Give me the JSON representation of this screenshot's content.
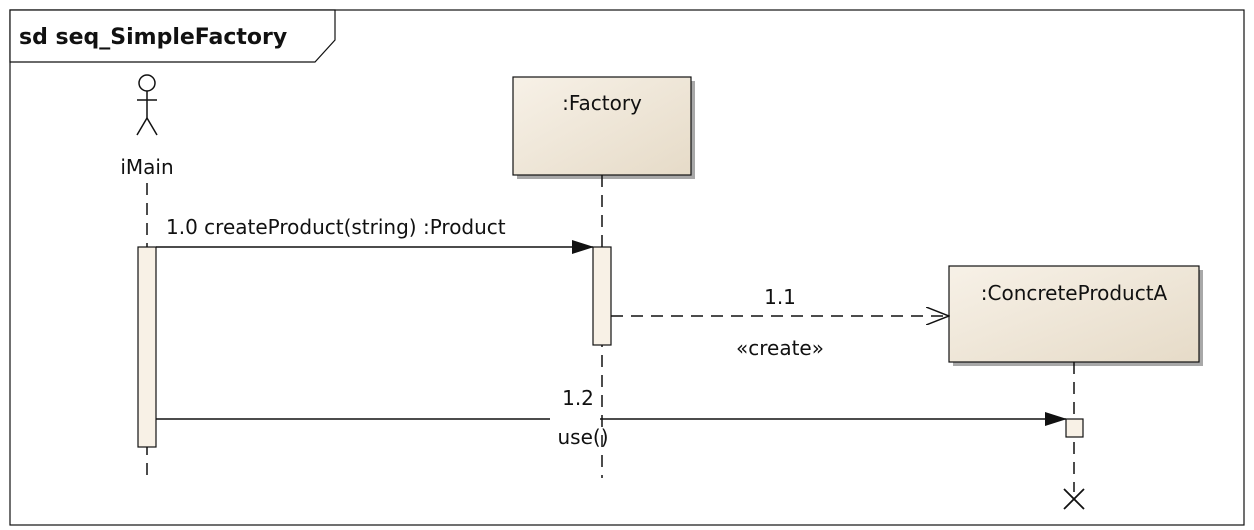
{
  "diagram": {
    "frame_label": "sd seq_SimpleFactory",
    "lifelines": {
      "actor": {
        "name": "iMain"
      },
      "factory": {
        "name": ":Factory"
      },
      "product": {
        "name": ":ConcreteProductA"
      }
    },
    "messages": {
      "m1": {
        "label": "1.0 createProduct(string) :Product"
      },
      "m2": {
        "number": "1.1",
        "stereotype": "«create»"
      },
      "m3": {
        "number": "1.2",
        "label": "use()"
      }
    },
    "colors": {
      "box_fill": "#f4ecdf",
      "box_fill_dark": "#e4d8c4",
      "activation_fill": "#f8f1e6",
      "stroke": "#111111",
      "shadow": "#a8a8a8"
    }
  }
}
